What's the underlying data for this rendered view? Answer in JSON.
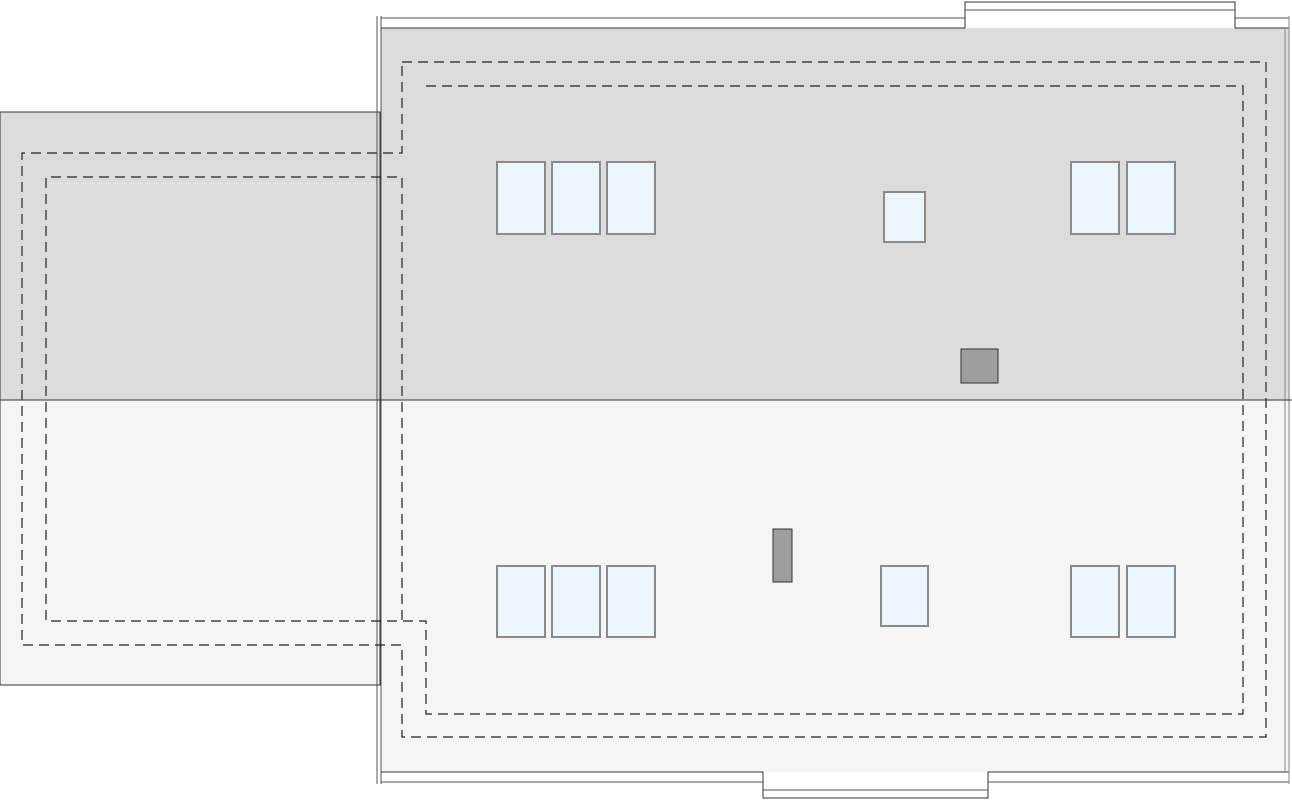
{
  "roof_plan": {
    "colors": {
      "upper_slope": "#dcdcdc",
      "lower_slope": "#f5f5f5",
      "window_fill": "#eaf6fc",
      "window_stroke": "#8a8a8a",
      "chimney_fill": "#9e9e9e",
      "outline": "#333333",
      "dashed_line": "#222222"
    },
    "counts": {
      "upper_windows": 6,
      "lower_windows": 6,
      "chimneys": 2
    }
  }
}
